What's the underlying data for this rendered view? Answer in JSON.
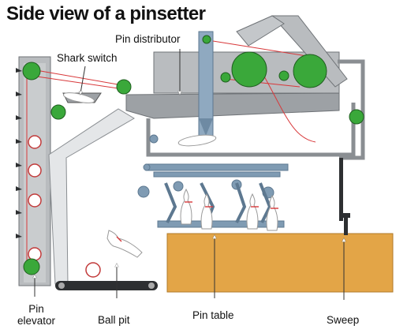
{
  "title": "Side view of a pinsetter",
  "labels": {
    "pin_distributor": "Pin distributor",
    "shark_switch": "Shark switch",
    "pin_elevator_line1": "Pin",
    "pin_elevator_line2": "elevator",
    "ball_pit": "Ball pit",
    "pin_table": "Pin table",
    "sweep": "Sweep"
  },
  "colors": {
    "frame_gray": "#b9bcbf",
    "frame_dark": "#7f8387",
    "steel_blue": "#7f9bb3",
    "wheel_green": "#3aa83a",
    "lane_orange": "#e3a547",
    "red_line": "#d8383a"
  }
}
